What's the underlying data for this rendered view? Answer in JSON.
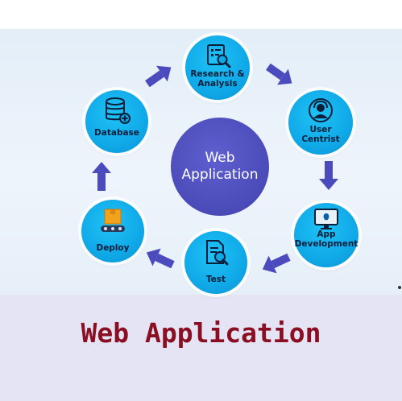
{
  "center": {
    "line1": "Web",
    "line2": "Application"
  },
  "nodes": [
    {
      "id": "research",
      "line1": "Research &",
      "line2": "Analysis",
      "icon": "research-icon"
    },
    {
      "id": "user",
      "line1": "User",
      "line2": "Centrist",
      "icon": "user-support-icon"
    },
    {
      "id": "app",
      "line1": "App",
      "line2": "Development",
      "icon": "monitor-apple-icon"
    },
    {
      "id": "test",
      "line1": "Test",
      "line2": "",
      "icon": "document-search-icon"
    },
    {
      "id": "deploy",
      "line1": "Deploy",
      "line2": "",
      "icon": "box-conveyor-icon"
    },
    {
      "id": "database",
      "line1": "Database",
      "line2": "",
      "icon": "database-add-icon"
    }
  ],
  "footer": {
    "title": "Web Application"
  },
  "colors": {
    "node": "#10a9e8",
    "center": "#4a4ab8",
    "arrow": "#4b4bbd",
    "title": "#8a0f22"
  }
}
